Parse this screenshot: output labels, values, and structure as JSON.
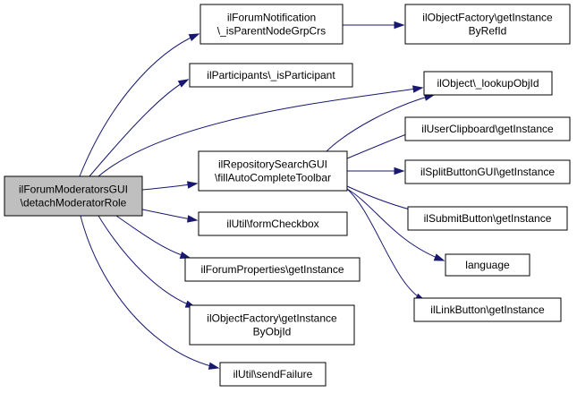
{
  "diagram": {
    "nodes": [
      {
        "id": "root",
        "lines": [
          "ilForumModeratorsGUI",
          "\\detachModeratorRole"
        ],
        "is_current": true
      },
      {
        "id": "n_notif",
        "lines": [
          "ilForumNotification",
          "\\_isParentNodeGrpCrs"
        ]
      },
      {
        "id": "n_of_ref",
        "lines": [
          "ilObjectFactory\\getInstance",
          "ByRefId"
        ]
      },
      {
        "id": "n_part",
        "lines": [
          "ilParticipants\\_isParticipant"
        ]
      },
      {
        "id": "n_lookup",
        "lines": [
          "ilObject\\_lookupObjId"
        ]
      },
      {
        "id": "n_clip",
        "lines": [
          "ilUserClipboard\\getInstance"
        ]
      },
      {
        "id": "n_repo",
        "lines": [
          "ilRepositorySearchGUI",
          "\\fillAutoCompleteToolbar"
        ]
      },
      {
        "id": "n_split",
        "lines": [
          "ilSplitButtonGUI\\getInstance"
        ]
      },
      {
        "id": "n_submit",
        "lines": [
          "ilSubmitButton\\getInstance"
        ]
      },
      {
        "id": "n_checkbox",
        "lines": [
          "ilUtil\\formCheckbox"
        ]
      },
      {
        "id": "n_language",
        "lines": [
          "language"
        ]
      },
      {
        "id": "n_props",
        "lines": [
          "ilForumProperties\\getInstance"
        ]
      },
      {
        "id": "n_link",
        "lines": [
          "ilLinkButton\\getInstance"
        ]
      },
      {
        "id": "n_of_obj",
        "lines": [
          "ilObjectFactory\\getInstance",
          "ByObjId"
        ]
      },
      {
        "id": "n_fail",
        "lines": [
          "ilUtil\\sendFailure"
        ]
      }
    ],
    "edges": [
      {
        "from": "root",
        "to": "n_notif"
      },
      {
        "from": "root",
        "to": "n_part"
      },
      {
        "from": "root",
        "to": "n_lookup"
      },
      {
        "from": "root",
        "to": "n_repo"
      },
      {
        "from": "root",
        "to": "n_checkbox"
      },
      {
        "from": "root",
        "to": "n_props"
      },
      {
        "from": "root",
        "to": "n_of_obj"
      },
      {
        "from": "root",
        "to": "n_fail"
      },
      {
        "from": "n_notif",
        "to": "n_of_ref"
      },
      {
        "from": "n_repo",
        "to": "n_lookup"
      },
      {
        "from": "n_repo",
        "to": "n_clip"
      },
      {
        "from": "n_repo",
        "to": "n_split"
      },
      {
        "from": "n_repo",
        "to": "n_submit"
      },
      {
        "from": "n_repo",
        "to": "n_language"
      },
      {
        "from": "n_repo",
        "to": "n_link"
      }
    ],
    "edge_color": "#191970",
    "highlight_fill": "#bfbfbf"
  }
}
